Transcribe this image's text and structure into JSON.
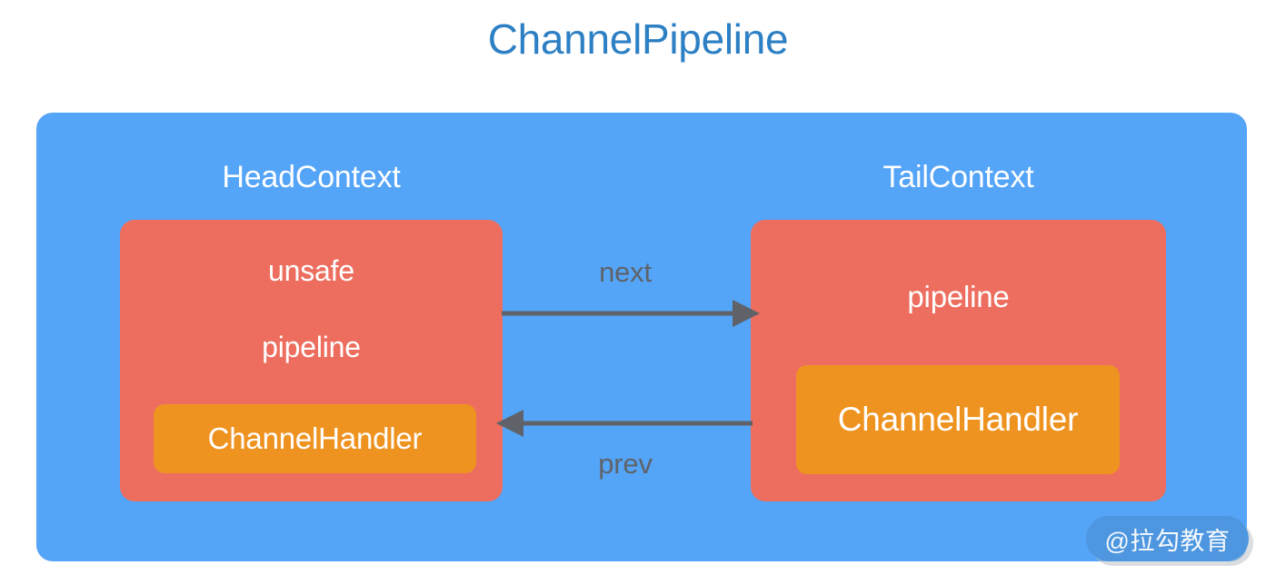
{
  "title": "ChannelPipeline",
  "colors": {
    "title_blue": "#2d80c4",
    "panel_blue": "#54a4f7",
    "context_red": "#ed6e5f",
    "handler_orange": "#ef9320",
    "arrow_gray": "#5f6369",
    "text_white": "#ffffff",
    "watermark_blue": "#4e97e0"
  },
  "panel": {
    "name": "channel-pipeline"
  },
  "contexts": [
    {
      "id": "head",
      "label": "HeadContext",
      "fields": [
        "unsafe",
        "pipeline"
      ],
      "handler": "ChannelHandler"
    },
    {
      "id": "tail",
      "label": "TailContext",
      "fields": [
        "pipeline"
      ],
      "handler": "ChannelHandler"
    }
  ],
  "arrows": [
    {
      "id": "next",
      "label": "next",
      "direction": "right"
    },
    {
      "id": "prev",
      "label": "prev",
      "direction": "left"
    }
  ],
  "watermark": {
    "text": "@拉勾教育"
  }
}
